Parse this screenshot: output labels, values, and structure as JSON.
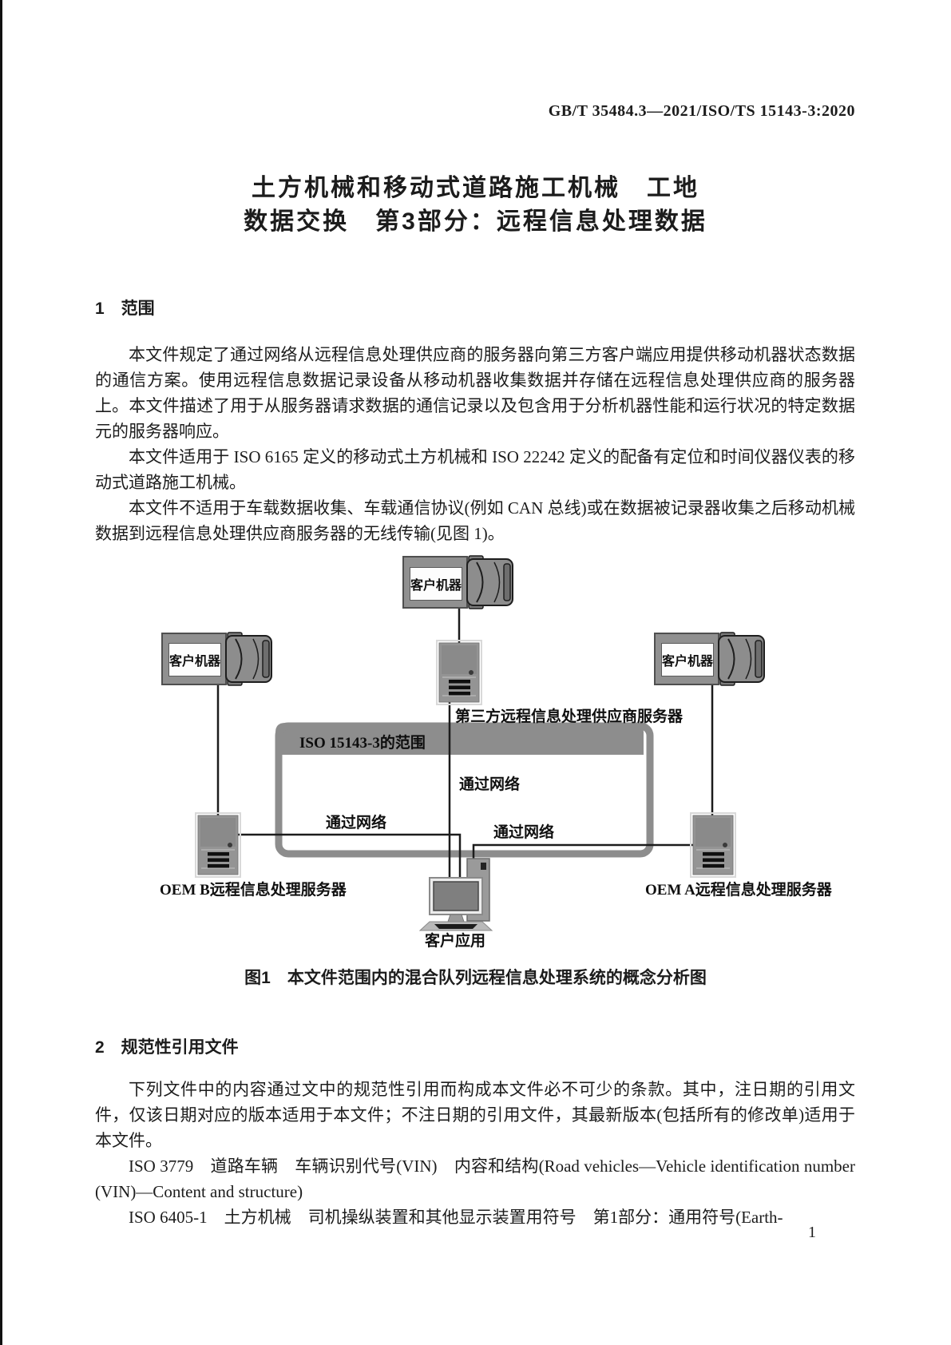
{
  "page": {
    "header_code": "GB/T 35484.3—2021/ISO/TS 15143-3:2020",
    "title_line1": "土方机械和移动式道路施工机械　工地",
    "title_line2": "数据交换　第3部分：远程信息处理数据",
    "page_number": "1"
  },
  "section1": {
    "heading": "1　范围",
    "para1": "本文件规定了通过网络从远程信息处理供应商的服务器向第三方客户端应用提供移动机器状态数据的通信方案。使用远程信息数据记录设备从移动机器收集数据并存储在远程信息处理供应商的服务器上。本文件描述了用于从服务器请求数据的通信记录以及包含用于分析机器性能和运行状况的特定数据元的服务器响应。",
    "para2": "本文件适用于 ISO 6165 定义的移动式土方机械和 ISO 22242 定义的配备有定位和时间仪器仪表的移动式道路施工机械。",
    "para3": "本文件不适用于车载数据收集、车载通信协议(例如 CAN 总线)或在数据被记录器收集之后移动机械数据到远程信息处理供应商服务器的无线传输(见图 1)。"
  },
  "figure": {
    "caption": "图1　本文件范围内的混合队列远程信息处理系统的概念分析图",
    "labels": {
      "client_machine": "客户机器",
      "third_party_server": "第三方远程信息处理供应商服务器",
      "scope_band": "ISO 15143-3的范围",
      "via_network": "通过网络",
      "oem_b_server": "OEM B远程信息处理服务器",
      "oem_a_server": "OEM A远程信息处理服务器",
      "client_app": "客户应用"
    },
    "colors": {
      "gray_fill": "#8f8f8f",
      "band_gray": "#8d8d8d",
      "line_black": "#1c1c1c"
    }
  },
  "section2": {
    "heading": "2　规范性引用文件",
    "para1": "下列文件中的内容通过文中的规范性引用而构成本文件必不可少的条款。其中，注日期的引用文件，仅该日期对应的版本适用于本文件；不注日期的引用文件，其最新版本(包括所有的修改单)适用于本文件。",
    "ref1": "ISO 3779　道路车辆　车辆识别代号(VIN)　内容和结构(Road vehicles—Vehicle identification number (VIN)—Content and structure)",
    "ref2": "ISO 6405-1　土方机械　司机操纵装置和其他显示装置用符号　第1部分：通用符号(Earth-"
  }
}
